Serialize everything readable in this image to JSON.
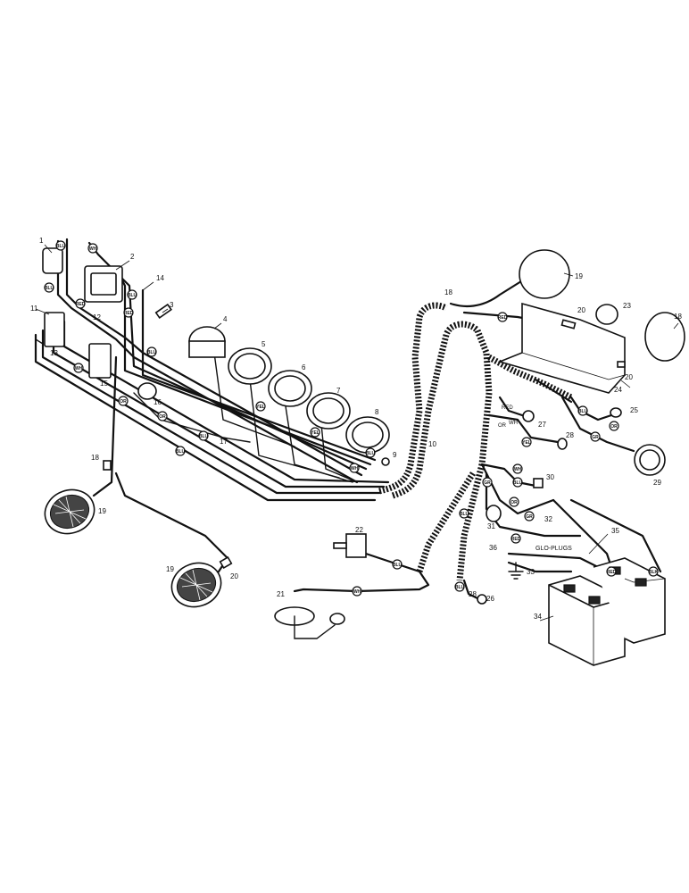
{
  "callouts": [
    {
      "id": "c1",
      "text": "1"
    },
    {
      "id": "c2",
      "text": "2"
    },
    {
      "id": "c3",
      "text": "3"
    },
    {
      "id": "c4",
      "text": "4"
    },
    {
      "id": "c5",
      "text": "5"
    },
    {
      "id": "c6",
      "text": "6"
    },
    {
      "id": "c7",
      "text": "7"
    },
    {
      "id": "c8",
      "text": "8"
    },
    {
      "id": "c9",
      "text": "9"
    },
    {
      "id": "c10",
      "text": "10"
    },
    {
      "id": "c11",
      "text": "11"
    },
    {
      "id": "c12",
      "text": "12"
    },
    {
      "id": "c13",
      "text": "13"
    },
    {
      "id": "c14",
      "text": "14"
    },
    {
      "id": "c15",
      "text": "15"
    },
    {
      "id": "c16",
      "text": "16"
    },
    {
      "id": "c17",
      "text": "17"
    },
    {
      "id": "c18a",
      "text": "18"
    },
    {
      "id": "c18b",
      "text": "18"
    },
    {
      "id": "c18c",
      "text": "18"
    },
    {
      "id": "c19a",
      "text": "19"
    },
    {
      "id": "c19b",
      "text": "19"
    },
    {
      "id": "c19c",
      "text": "19"
    },
    {
      "id": "c20a",
      "text": "20"
    },
    {
      "id": "c20b",
      "text": "20"
    },
    {
      "id": "c20c",
      "text": "20"
    },
    {
      "id": "c21",
      "text": "21"
    },
    {
      "id": "c22",
      "text": "22"
    },
    {
      "id": "c23",
      "text": "23"
    },
    {
      "id": "c24",
      "text": "24"
    },
    {
      "id": "c25",
      "text": "25"
    },
    {
      "id": "c26",
      "text": "26"
    },
    {
      "id": "c27",
      "text": "27"
    },
    {
      "id": "c28a",
      "text": "28"
    },
    {
      "id": "c28b",
      "text": "28"
    },
    {
      "id": "c29",
      "text": "29"
    },
    {
      "id": "c30",
      "text": "30"
    },
    {
      "id": "c31",
      "text": "31"
    },
    {
      "id": "c32",
      "text": "32"
    },
    {
      "id": "c33",
      "text": "33"
    },
    {
      "id": "c34",
      "text": "34"
    },
    {
      "id": "c35",
      "text": "35"
    },
    {
      "id": "c36",
      "text": "36"
    }
  ],
  "wire_tags": [
    {
      "id": "t1",
      "text": "BLU"
    },
    {
      "id": "t2",
      "text": "WH"
    },
    {
      "id": "t3",
      "text": "RED"
    },
    {
      "id": "t4",
      "text": "BLU"
    },
    {
      "id": "t5",
      "text": "BLU"
    },
    {
      "id": "t6",
      "text": "WH"
    },
    {
      "id": "t7",
      "text": "YEL"
    },
    {
      "id": "t8",
      "text": "BLU"
    },
    {
      "id": "t9",
      "text": "BLU"
    },
    {
      "id": "t10",
      "text": "WH"
    },
    {
      "id": "t11",
      "text": "RED"
    },
    {
      "id": "t12",
      "text": "BLU"
    },
    {
      "id": "t13",
      "text": "YEL"
    },
    {
      "id": "t14",
      "text": "OR"
    },
    {
      "id": "t15",
      "text": "BLU"
    },
    {
      "id": "t16",
      "text": "OR"
    },
    {
      "id": "t17",
      "text": "BLU"
    },
    {
      "id": "t18",
      "text": "GR"
    },
    {
      "id": "t19",
      "text": "OR"
    },
    {
      "id": "t20",
      "text": "BLU"
    },
    {
      "id": "t21",
      "text": "RED"
    },
    {
      "id": "t22",
      "text": "GR"
    },
    {
      "id": "t23",
      "text": "BLU"
    },
    {
      "id": "t24",
      "text": "WH"
    },
    {
      "id": "t25",
      "text": "OR"
    },
    {
      "id": "t26",
      "text": "BLU"
    },
    {
      "id": "t27",
      "text": "YEL"
    },
    {
      "id": "t28",
      "text": "RED"
    },
    {
      "id": "t29",
      "text": "GR"
    },
    {
      "id": "t30",
      "text": "BLU"
    },
    {
      "id": "t31",
      "text": "WH"
    },
    {
      "id": "t32",
      "text": "RED"
    },
    {
      "id": "t33",
      "text": "BLK"
    }
  ],
  "annotations": {
    "red": "RED",
    "wh": "WH",
    "or": "OR",
    "glo_plugs": "GLO-PLUGS"
  }
}
